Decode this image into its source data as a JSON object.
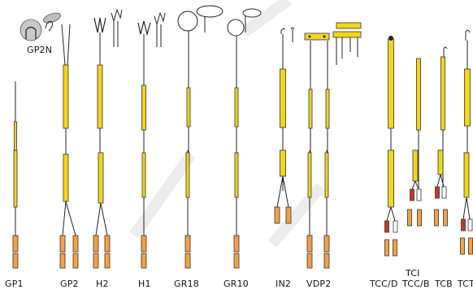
{
  "figure": {
    "labels": {
      "gp2n": "GP2N",
      "gp1": "GP1",
      "gp2": "GP2",
      "h2": "H2",
      "h1": "H1",
      "gr18": "GR18",
      "gr10": "GR10",
      "in2": "IN2",
      "vdp2": "VDP2",
      "tccd": "TCC/D",
      "tci": "TCI",
      "tccb": "TCC/B",
      "tcb": "TCB",
      "tct": "TCT"
    },
    "colors": {
      "body_yellow": "#f2d51e",
      "connector_orange": "#f5a043",
      "connector_red": "#c0392b",
      "wire": "#222222",
      "watermark": "#e6e6e6"
    }
  }
}
